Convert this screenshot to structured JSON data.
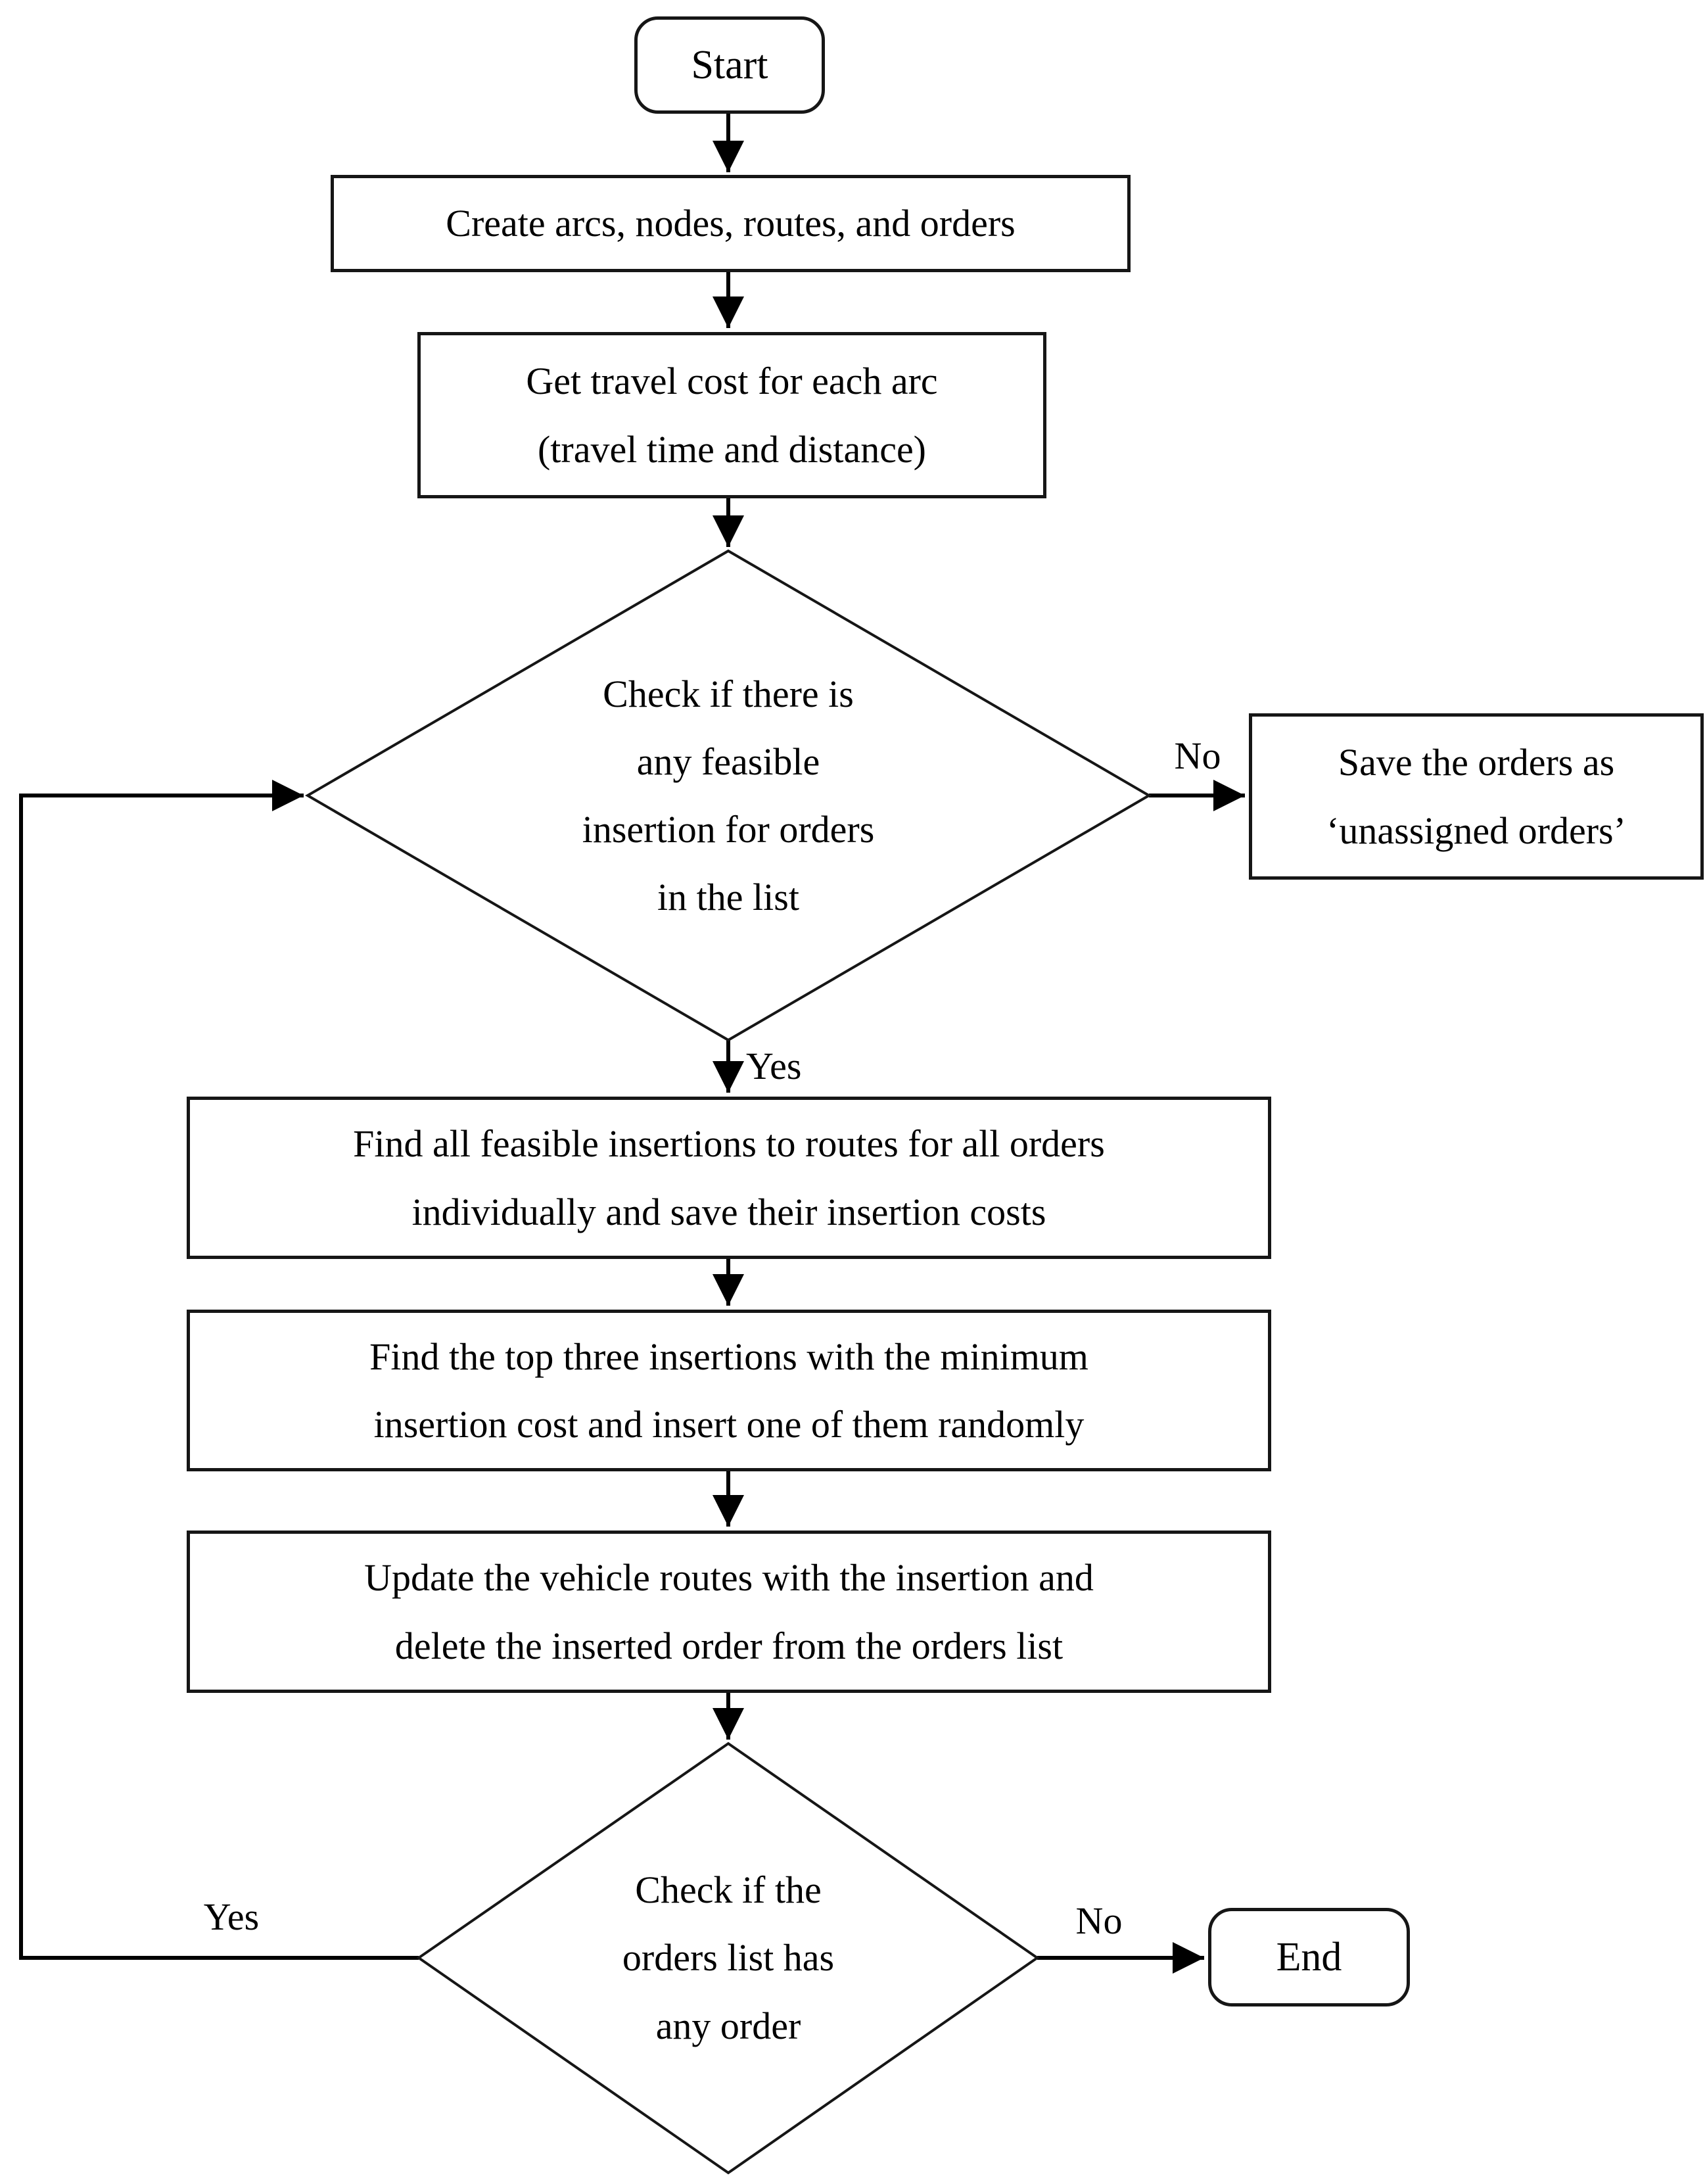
{
  "figure": {
    "type": "flowchart",
    "background_color": "#ffffff",
    "stroke_color": "#000000",
    "text_color": "#000000"
  },
  "nodes": {
    "start": {
      "shape": "terminator",
      "lines": [
        "Start"
      ]
    },
    "create_arcs": {
      "shape": "process",
      "lines": [
        "Create arcs, nodes, routes, and orders"
      ]
    },
    "travel_cost": {
      "shape": "process",
      "lines": [
        "Get travel cost for each arc",
        "(travel time and distance)"
      ]
    },
    "feasible_check": {
      "shape": "decision",
      "lines": [
        "Check if there is",
        "any feasible",
        "insertion for orders",
        "in the list"
      ]
    },
    "save_unassigned": {
      "shape": "process",
      "lines": [
        "Save the orders as",
        "‘unassigned orders’"
      ]
    },
    "find_insertions": {
      "shape": "process",
      "lines": [
        "Find all feasible insertions to routes for all orders",
        "individually and save their insertion costs"
      ]
    },
    "top_three": {
      "shape": "process",
      "lines": [
        "Find the top three insertions with the minimum",
        "insertion cost and insert one of them randomly"
      ]
    },
    "update_routes": {
      "shape": "process",
      "lines": [
        "Update the vehicle routes with the insertion and",
        "delete the inserted order from the orders list"
      ]
    },
    "orders_check": {
      "shape": "decision",
      "lines": [
        "Check if the",
        "orders list has",
        "any order"
      ]
    },
    "end": {
      "shape": "terminator",
      "lines": [
        "End"
      ]
    }
  },
  "edge_labels": {
    "feasible_no": "No",
    "feasible_yes": "Yes",
    "orders_no": "No",
    "orders_yes": "Yes"
  }
}
